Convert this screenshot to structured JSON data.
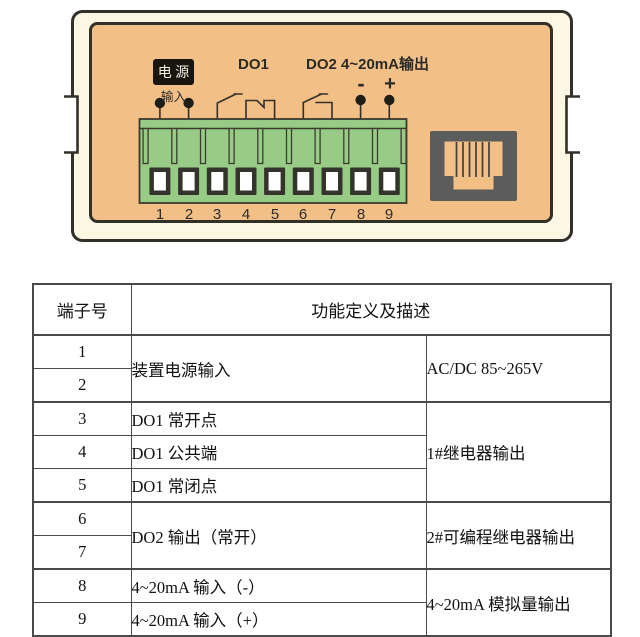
{
  "colors": {
    "page_background": "#ffffff",
    "panel_outer": "#fbf7e3",
    "panel_inner": "#f2bf86",
    "terminal_block": "#98cb86",
    "screw_hole": "#ffffff",
    "jack_body": "#5c5c5c",
    "power_box_background": "#17160f",
    "power_box_text": "#f7f1df",
    "outline": "#33302a",
    "table_border": "#4a4a4a"
  },
  "diagram": {
    "power_label": "电 源",
    "power_sublabel": "输入",
    "do1_label": "DO1",
    "do2_label": "DO2 4~20mA输出",
    "minus_label": "-",
    "plus_label": "+",
    "terminal_numbers": [
      "1",
      "2",
      "3",
      "4",
      "5",
      "6",
      "7",
      "8",
      "9"
    ]
  },
  "table": {
    "headers": [
      "端子号",
      "功能定义及描述"
    ],
    "rows": [
      {
        "terminal": "1",
        "function": "装置电源输入",
        "description": "AC/DC 85~265V"
      },
      {
        "terminal": "2"
      },
      {
        "terminal": "3",
        "function": "DO1 常开点",
        "description": "1#继电器输出"
      },
      {
        "terminal": "4",
        "function": "DO1 公共端"
      },
      {
        "terminal": "5",
        "function": "DO1 常闭点"
      },
      {
        "terminal": "6",
        "function": "DO2 输出（常开）",
        "description": "2#可编程继电器输出"
      },
      {
        "terminal": "7"
      },
      {
        "terminal": "8",
        "function": "4~20mA 输入（-）",
        "description": "4~20mA 模拟量输出"
      },
      {
        "terminal": "9",
        "function": "4~20mA 输入（+）"
      }
    ]
  }
}
